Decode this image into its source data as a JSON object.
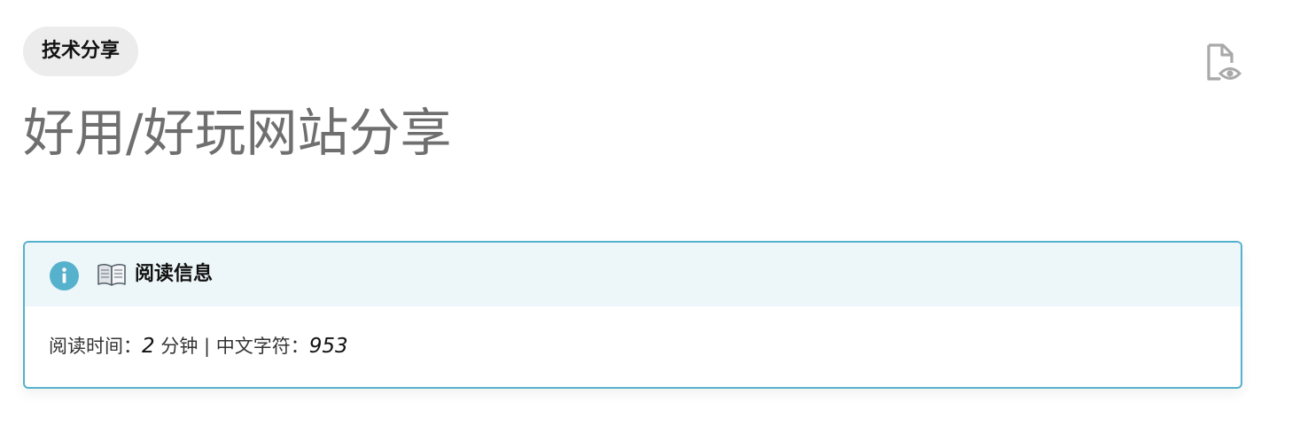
{
  "post": {
    "category": "技术分享",
    "title": "好用/好玩网站分享"
  },
  "toolbar": {
    "view_source_icon": "file-eye-icon"
  },
  "reading_info": {
    "icon": "info-circle-icon",
    "emoji_icon": "open-book-icon",
    "title": "阅读信息",
    "time_label": "阅读时间：",
    "time_value": "2",
    "time_unit": " 分钟",
    "separator": " | ",
    "chars_label": "中文字符：",
    "chars_value": "953"
  },
  "colors": {
    "accent": "#56b1cd",
    "header_bg": "#edf6f9",
    "tag_bg": "#ececec",
    "title_text": "#6f6f6f",
    "icon_gray": "#a9a9a9"
  }
}
